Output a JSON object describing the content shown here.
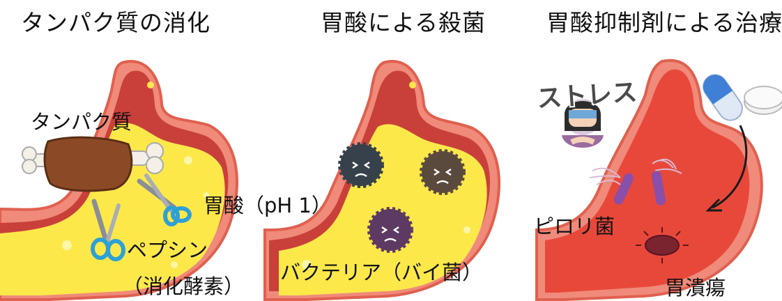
{
  "panels": [
    {
      "title": "タンパク質の消化",
      "labels": {
        "protein": "タンパク質",
        "acid": "胃酸（pH 1）",
        "pepsin": "ペプシン",
        "enzyme": "（消化酵素）"
      }
    },
    {
      "title": "胃酸による殺菌",
      "labels": {
        "bacteria": "バクテリア（バイ菌）"
      }
    },
    {
      "title": "胃酸抑制剤による治療",
      "labels": {
        "stress": "ストレス",
        "pylori": "ピロリ菌",
        "ulcer": "胃潰瘍"
      }
    }
  ],
  "colors": {
    "stomach_wall": "#f08a7a",
    "stomach_outline": "#e0604f",
    "stomach_inner": "#c9403a",
    "gastric_acid": "#fde84a",
    "treated_stomach": "#e8483a",
    "capsule_blue": "#3f7fd6",
    "bacteria_dark": "#37414b",
    "bacteria_brown": "#5a4a3e",
    "bacteria_purple": "#5d3a63"
  },
  "icons": [
    "meat-icon",
    "scissors-icon",
    "bacteria-icon",
    "stress-person-icon",
    "capsule-icon",
    "tablet-icon",
    "pylori-icon",
    "ulcer-icon",
    "arrow-icon"
  ]
}
